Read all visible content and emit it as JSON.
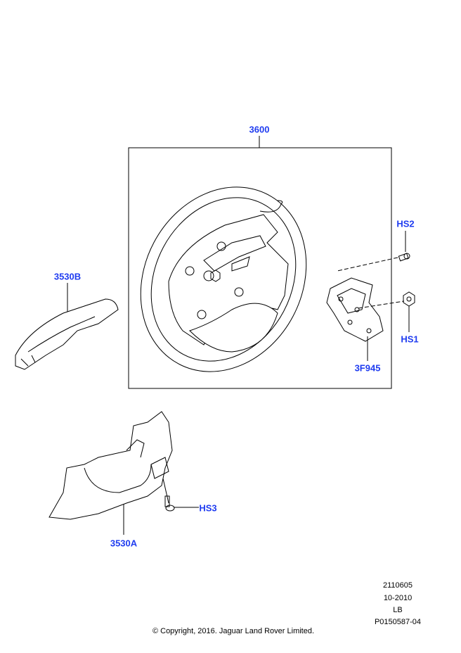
{
  "callouts": {
    "steering_wheel": "3600",
    "bolt_hs2": "HS2",
    "nut_hs1": "HS1",
    "bracket": "3F945",
    "upper_shroud": "3530B",
    "screw_hs3": "HS3",
    "lower_shroud": "3530A"
  },
  "meta": {
    "code": "2110605",
    "date": "10-2010",
    "side": "LB",
    "part_ref": "P0150587-04"
  },
  "copyright": "© Copyright, 2016. Jaguar Land Rover Limited.",
  "colors": {
    "callout": "#1f3cf0",
    "line": "#000000"
  }
}
